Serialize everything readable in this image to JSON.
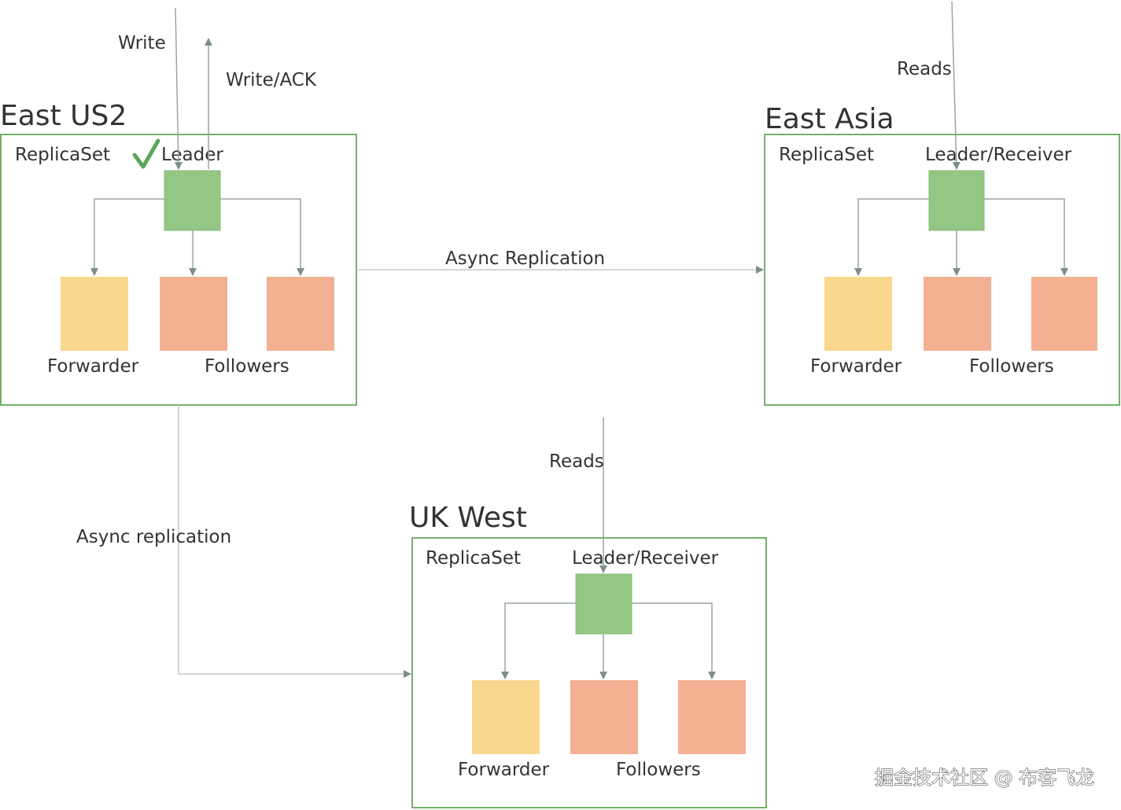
{
  "colors": {
    "region_border": "#74b06a",
    "leader": "#94c783",
    "forwarder": "#fad78f",
    "follower": "#f3b093",
    "connector": "#9aa6a0",
    "arrowhead": "#7d8f86",
    "check": "#5aa55a"
  },
  "regions": {
    "east_us2": {
      "title": "East US2",
      "replicaset_label": "ReplicaSet",
      "leader_label": "Leader",
      "forwarder_label": "Forwarder",
      "followers_label": "Followers",
      "leader_icon": "check-icon"
    },
    "east_asia": {
      "title": "East Asia",
      "replicaset_label": "ReplicaSet",
      "leader_label": "Leader/Receiver",
      "forwarder_label": "Forwarder",
      "followers_label": "Followers"
    },
    "uk_west": {
      "title": "UK West",
      "replicaset_label": "ReplicaSet",
      "leader_label": "Leader/Receiver",
      "forwarder_label": "Forwarder",
      "followers_label": "Followers"
    }
  },
  "flows": {
    "write": "Write",
    "write_ack": "Write/ACK",
    "reads_east_asia": "Reads",
    "reads_uk_west": "Reads",
    "async_replication": "Async Replication",
    "async_replication_lower": "Async replication"
  },
  "watermark": "掘金技术社区 @ 布客飞龙"
}
